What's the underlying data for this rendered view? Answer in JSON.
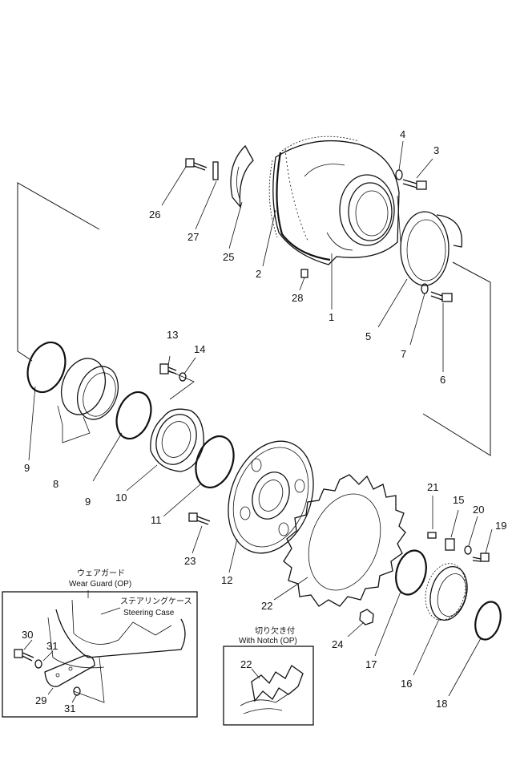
{
  "callouts": {
    "c1": "1",
    "c2": "2",
    "c3": "3",
    "c4": "4",
    "c5": "5",
    "c6": "6",
    "c7": "7",
    "c8": "8",
    "c9a": "9",
    "c9b": "9",
    "c10": "10",
    "c11": "11",
    "c12": "12",
    "c13": "13",
    "c14": "14",
    "c15": "15",
    "c16": "16",
    "c17": "17",
    "c18": "18",
    "c19": "19",
    "c20": "20",
    "c21": "21",
    "c22": "22",
    "c23": "23",
    "c24": "24",
    "c25": "25",
    "c26": "26",
    "c27": "27",
    "c28": "28",
    "c29": "29",
    "c30": "30",
    "c31a": "31",
    "c31b": "31",
    "c22b": "22"
  },
  "wear_guard_box": {
    "title_jp": "ウェアガード",
    "title": "Wear Guard (OP)",
    "sub_jp": "ステアリングケース",
    "sub": "Steering Case"
  },
  "notch_box": {
    "title_jp": "切り欠き付",
    "title": "With Notch (OP)"
  }
}
